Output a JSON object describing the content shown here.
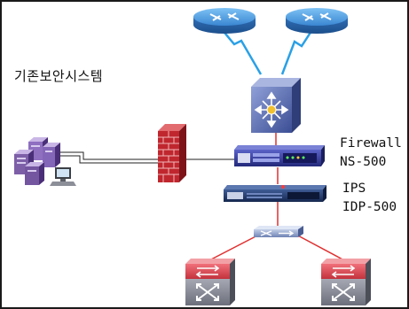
{
  "labels": {
    "legacy_system": "기존보안시스템",
    "firewall_name": "Firewall",
    "firewall_model": "NS-500",
    "ips_name": "IPS",
    "ips_model": "IDP-500"
  },
  "colors": {
    "router_blue": "#3f87d6",
    "core_switch": "#5d6fb0",
    "firewall_appliance": "#3a3f9c",
    "ips_appliance": "#1f3a6e",
    "edge_switch_red": "#c9343d",
    "wall_red": "#c0262e",
    "server_purple": "#7d5fa8",
    "link_red": "#e03030",
    "wireless_link": "#2aa0e6",
    "wire_black": "#222222"
  },
  "icons": [
    "router-icon",
    "wireless-link-icon",
    "core-switch-icon",
    "firewall-appliance-icon",
    "ips-appliance-icon",
    "hub-switch-icon",
    "edge-switch-icon",
    "brick-firewall-icon",
    "server-cluster-icon",
    "workstation-icon"
  ]
}
